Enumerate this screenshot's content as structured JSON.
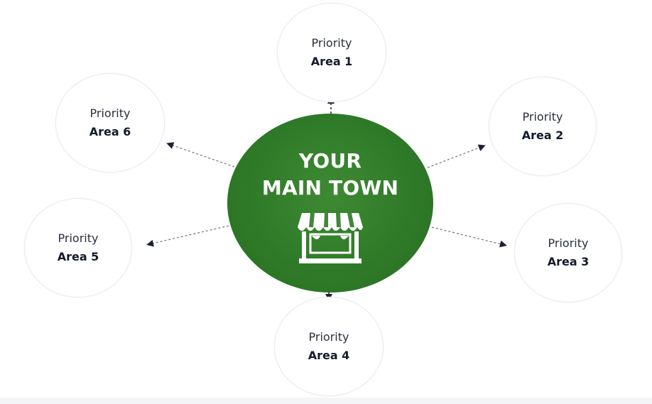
{
  "hub": {
    "title": "YOUR\nMAIN TOWN",
    "icon": "storefront-icon",
    "color": "#2f7a28"
  },
  "areas": [
    {
      "line1": "Priority",
      "line2": "Area 1"
    },
    {
      "line1": "Priority",
      "line2": "Area 2"
    },
    {
      "line1": "Priority",
      "line2": "Area 3"
    },
    {
      "line1": "Priority",
      "line2": "Area 4"
    },
    {
      "line1": "Priority",
      "line2": "Area 5"
    },
    {
      "line1": "Priority",
      "line2": "Area 6"
    }
  ],
  "colors": {
    "arrow": "#1b2033",
    "text_dark": "#141a2c",
    "ring": "#e9ebef"
  }
}
